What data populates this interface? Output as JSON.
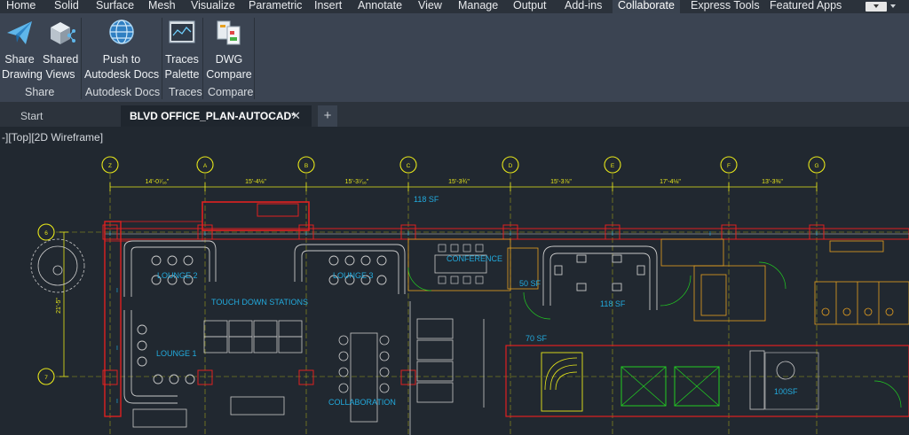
{
  "menu": {
    "tabs": [
      "Home",
      "Solid",
      "Surface",
      "Mesh",
      "Visualize",
      "Parametric",
      "Insert",
      "Annotate",
      "View",
      "Manage",
      "Output",
      "Add-ins",
      "Collaborate",
      "Express Tools",
      "Featured Apps"
    ],
    "active": "Collaborate"
  },
  "ribbon": {
    "buttons": {
      "share_drawing": [
        "Share",
        "Drawing"
      ],
      "shared_views": [
        "Shared",
        "Views"
      ],
      "push_docs": [
        "Push to",
        "Autodesk Docs"
      ],
      "traces_palette": [
        "Traces",
        "Palette"
      ],
      "dwg_compare": [
        "DWG",
        "Compare"
      ]
    },
    "panels": {
      "share": "Share",
      "docs": "Autodesk Docs",
      "traces": "Traces",
      "compare": "Compare"
    }
  },
  "doc_tabs": {
    "start": "Start",
    "active": "BLVD OFFICE_PLAN-AUTOCAD*",
    "close": "✕",
    "new": "+"
  },
  "viewport": {
    "label": "-][Top][2D Wireframe]"
  },
  "drawing": {
    "grid_columns": [
      "Z",
      "A",
      "B",
      "C",
      "D",
      "E",
      "F",
      "G"
    ],
    "grid_rows": [
      "6",
      "7"
    ],
    "dimensions": [
      "14'-0⁷⁄₁₆\"",
      "15'-4⅛\"",
      "15'-3⁷⁄₁₆\"",
      "15'-3¾\"",
      "15'-3⅞\"",
      "17'-4⅛\"",
      "13'-3⅜\""
    ],
    "row_dimension": "21'-5\"",
    "rooms": {
      "r118sf_top": "118 SF",
      "lounge2": "LOUNGE 2",
      "lounge3": "LOUNGE 3",
      "conference": "CONFERENCE",
      "r50sf": "50 SF",
      "r118sf_mid": "118 SF",
      "touchdown": "TOUCH DOWN STATIONS",
      "r70sf": "70 SF",
      "lounge1": "LOUNGE 1",
      "collaboration": "COLLABORATION",
      "r100sf": "100SF"
    },
    "colors": {
      "grid": "#e6e61a",
      "walls": "#e02020",
      "labels": "#22aadd",
      "furniture": "#c8c8c8",
      "green": "#22cc22",
      "orange": "#e6a020"
    }
  }
}
